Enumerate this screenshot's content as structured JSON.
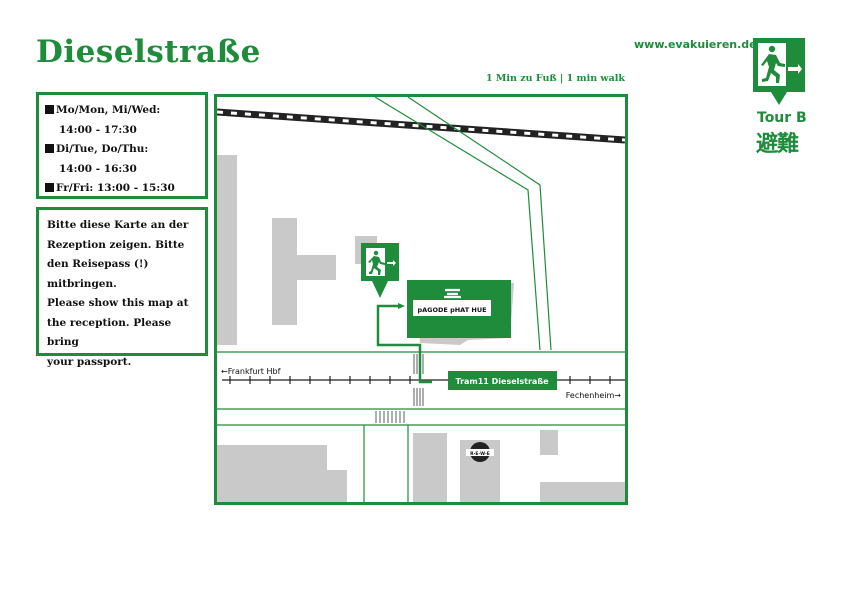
{
  "title": "Dieselstraße",
  "website": "www.evakuieren.de",
  "walk_note": "1 Min zu Fuß | 1 min walk",
  "logo": {
    "icon": "emergency-exit-icon",
    "tour_label": "Tour B",
    "kanji": "避難",
    "color": "#1f8c3b"
  },
  "hours": [
    {
      "days": "Mo/Mon, Mi/Wed:",
      "time": "14:00 - 17:30"
    },
    {
      "days": "Di/Tue, Do/Thu:",
      "time": "14:00 - 16:30"
    },
    {
      "days": "Fr/Fri:",
      "time": "13:00 - 15:30"
    }
  ],
  "notice_lines": [
    "Bitte diese Karte an der",
    "Rezeption zeigen. Bitte",
    "den Reisepass (!)",
    "mitbringen.",
    "Please show this map at",
    "the reception. Please bring",
    "your passport."
  ],
  "map": {
    "destination": "pAGODE pHAT HUE",
    "tram_stop": "Tram11 Dieselstraße",
    "direction_west": "←Frankfurt Hbf",
    "direction_east": "Fechenheim→",
    "store_logo_text": "R·E·W·E",
    "marker_icon": "emergency-exit-icon",
    "accent_color": "#1f8c3b",
    "building_color": "#c9c9c9"
  }
}
